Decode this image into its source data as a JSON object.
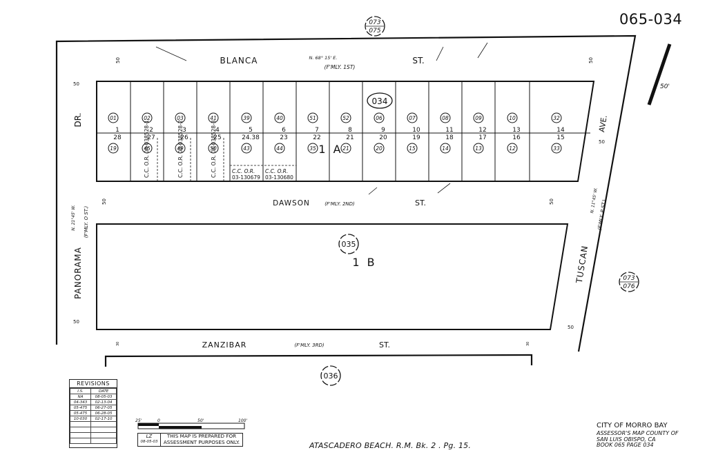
{
  "map_number": "065-034",
  "adjacent_maps": {
    "top": [
      "073",
      "075"
    ],
    "right": [
      "073",
      "076"
    ],
    "center_1b": "035",
    "bottom": "036",
    "block_1a": "034"
  },
  "streets": {
    "blanca": "BLANCA",
    "blanca_st": "ST.",
    "blanca_former": "(F'MLY. 1ST)",
    "blanca_bearing": "N. 68° 15' E.",
    "dawson": "DAWSON",
    "dawson_former": "(F'MLY. 2ND)",
    "dawson_st": "ST.",
    "zanzibar": "ZANZIBAR",
    "zanzibar_former": "(F'MLY. 3RD)",
    "zanzibar_st": "ST.",
    "panorama": "PANORAMA",
    "panorama_dr": "DR.",
    "panorama_former": "(F'MLY. O ST.)",
    "panorama_bearing": "N. 21°45' W.",
    "tuscan": "TUSCAN",
    "tuscan_ave": "AVE.",
    "tuscan_former": "(F'MLY. P ST.)",
    "tuscan_bearing": "N. 11°45' W."
  },
  "widths": {
    "w50": "50",
    "w30": "30",
    "w50ft": "50'"
  },
  "blocks": {
    "a": "1 A",
    "b": "1 B"
  },
  "parcels_top": [
    "01",
    "02",
    "03",
    "41",
    "39",
    "40",
    "51",
    "52",
    "06",
    "07",
    "08",
    "09",
    "10",
    "32"
  ],
  "lots_top": [
    "1",
    "2",
    "3",
    "4",
    "5",
    "6",
    "7",
    "8",
    "9",
    "10",
    "11",
    "12",
    "13",
    "14"
  ],
  "lots_bottom": [
    "28",
    "27",
    "26",
    "25",
    "24.38",
    "23",
    "22",
    "21",
    "20",
    "19",
    "18",
    "17",
    "16",
    "15"
  ],
  "parcels_bottom": [
    "19",
    "45",
    "49",
    "50",
    "43",
    "44",
    "35",
    "21",
    "20",
    "15",
    "14",
    "13",
    "12",
    "33"
  ],
  "cc_or": [
    "C.C. O.R. 04-038528-1",
    "C.C. O.R. 04-038528-2",
    "C.C. O.R. 04-038528-3"
  ],
  "cc_or_bottom": [
    "C.C.  O.R.",
    "03-130679",
    "C.C.  O.R.",
    "03-130680"
  ],
  "scale": {
    "s1": "25'",
    "s2": "0",
    "s3": "50'",
    "s4": "100'"
  },
  "revisions": {
    "title": "REVISIONS",
    "headers": [
      "I.S.",
      "DATE"
    ],
    "rows": [
      [
        "NA",
        "08-05-03"
      ],
      [
        "04-343",
        "02-13-04"
      ],
      [
        "05-475",
        "06-27-05"
      ],
      [
        "05-475",
        "06-28-05"
      ],
      [
        "10-030",
        "02-17-10"
      ],
      [
        "",
        ""
      ],
      [
        "",
        ""
      ],
      [
        "",
        ""
      ],
      [
        "",
        ""
      ]
    ]
  },
  "lz": {
    "label": "LZ",
    "date": "08-05-03"
  },
  "notice": "THIS MAP IS PREPARED FOR ASSESSMENT PURPOSES ONLY.",
  "subdivision": "ATASCADERO BEACH. R.M. Bk. 2   . Pg. 15.",
  "city": "CITY OF MORRO BAY",
  "assessor": [
    "ASSESSOR'S MAP COUNTY OF",
    "SAN LUIS OBISPO, CA",
    "BOOK 065 PAGE 034"
  ],
  "colors": {
    "ink": "#111111",
    "paper": "#ffffff"
  }
}
